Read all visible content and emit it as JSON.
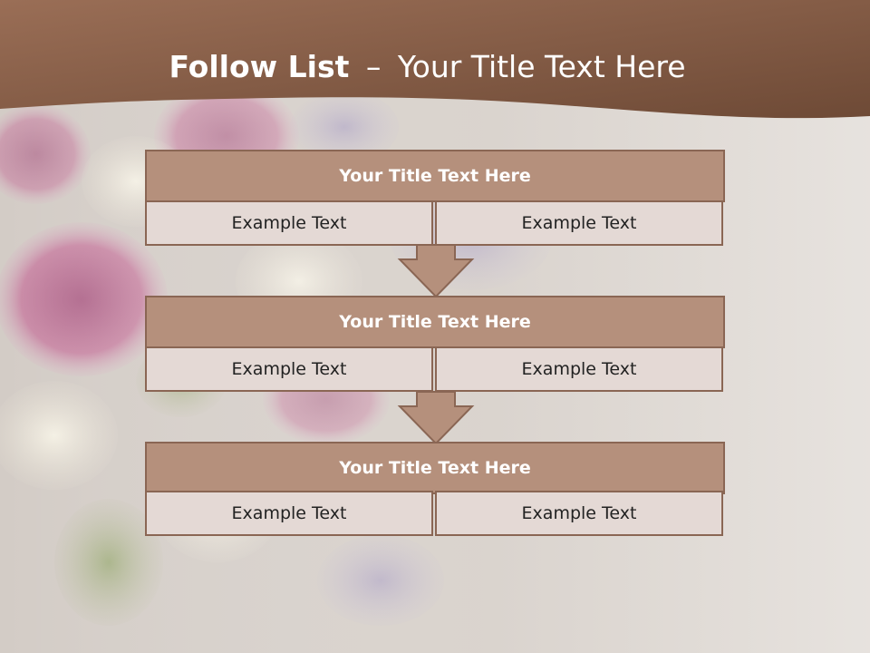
{
  "slide": {
    "title_bold": "Follow List",
    "title_separator": "–",
    "title_rest": "Your Title Text Here"
  },
  "rows": [
    {
      "title": "Your Title Text Here",
      "left": "Example Text",
      "right": "Example Text"
    },
    {
      "title": "Your Title Text Here",
      "left": "Example Text",
      "right": "Example Text"
    },
    {
      "title": "Your Title Text Here",
      "left": "Example Text",
      "right": "Example Text"
    }
  ],
  "colors": {
    "title_band": "#8a5e46",
    "box_fill": "#b5907c",
    "box_border": "#8a6654",
    "cell_fill": "#e4d9d5"
  },
  "icons": [
    "down-arrow-icon",
    "down-arrow-icon"
  ]
}
